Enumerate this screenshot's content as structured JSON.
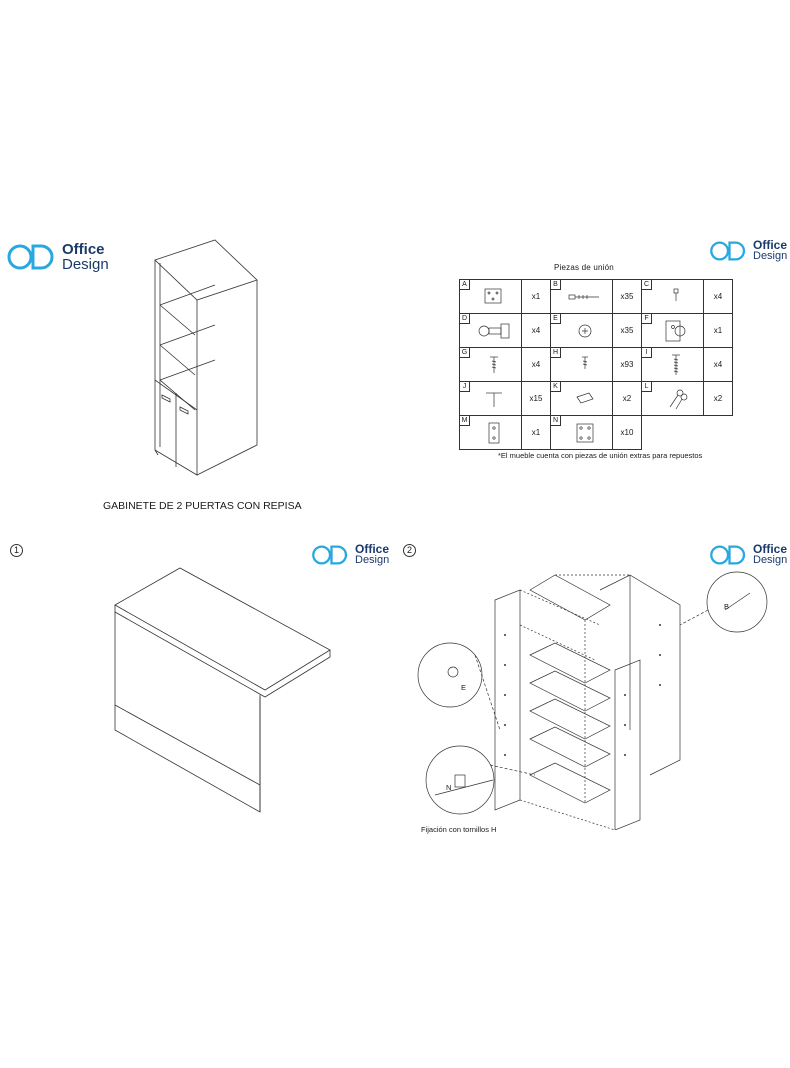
{
  "brand": {
    "word1": "Office",
    "word2": "Design",
    "color": "#1b3a6b",
    "accent": "#29a8e0"
  },
  "product_title": "GABINETE DE 2 PUERTAS CON REPISA",
  "parts_title": "Piezas de unión",
  "parts": [
    [
      {
        "letter": "A",
        "qty": "x1"
      },
      {
        "letter": "B",
        "qty": "x35"
      },
      {
        "letter": "C",
        "qty": "x4"
      }
    ],
    [
      {
        "letter": "D",
        "qty": "x4"
      },
      {
        "letter": "E",
        "qty": "x35"
      },
      {
        "letter": "F",
        "qty": "x1"
      }
    ],
    [
      {
        "letter": "G",
        "qty": "x4"
      },
      {
        "letter": "H",
        "qty": "x93"
      },
      {
        "letter": "I",
        "qty": "x4"
      }
    ],
    [
      {
        "letter": "J",
        "qty": "x15"
      },
      {
        "letter": "K",
        "qty": "x2"
      },
      {
        "letter": "L",
        "qty": "x2"
      }
    ],
    [
      {
        "letter": "M",
        "qty": "x1"
      },
      {
        "letter": "N",
        "qty": "x10"
      }
    ]
  ],
  "parts_note": "*El mueble cuenta con piezas de unión extras para repuestos",
  "steps": [
    {
      "number": "1"
    },
    {
      "number": "2"
    }
  ],
  "step2": {
    "callout_b": "B",
    "callout_e": "E",
    "callout_n": "N",
    "caption": "Fijación con tornillos H"
  }
}
